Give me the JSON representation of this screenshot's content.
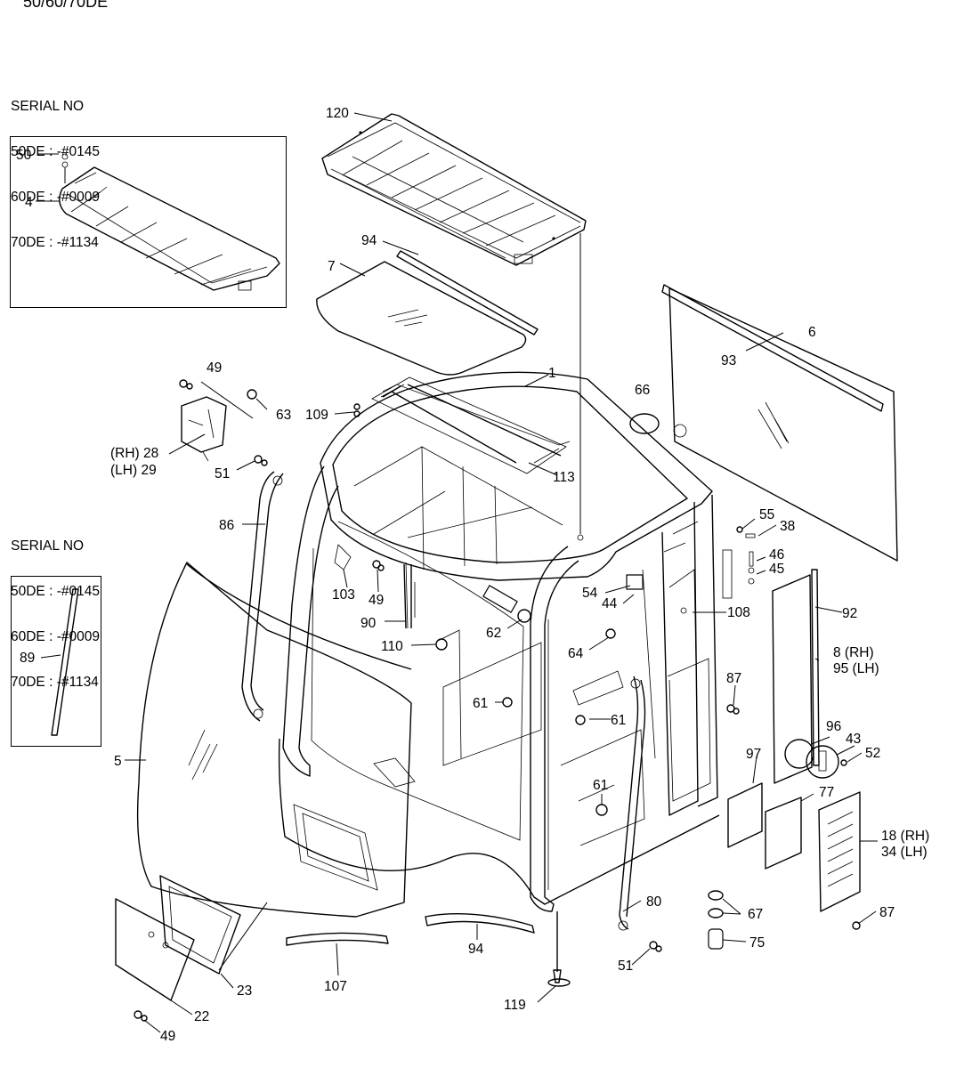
{
  "header": {
    "model": "50/60/70DE"
  },
  "serial_blocks": [
    {
      "title": "SERIAL NO",
      "lines": [
        "50DE : -#0145",
        "60DE : -#0009",
        "70DE : -#1134"
      ]
    },
    {
      "title": "SERIAL NO",
      "lines": [
        "50DE : -#0145",
        "60DE : -#0009",
        "70DE : -#1134"
      ]
    }
  ],
  "callouts": [
    {
      "id": "c50",
      "text": "50"
    },
    {
      "id": "c4",
      "text": "4"
    },
    {
      "id": "c120",
      "text": "120"
    },
    {
      "id": "c94a",
      "text": "94"
    },
    {
      "id": "c7",
      "text": "7"
    },
    {
      "id": "c6",
      "text": "6"
    },
    {
      "id": "c93",
      "text": "93"
    },
    {
      "id": "c1",
      "text": "1"
    },
    {
      "id": "c66",
      "text": "66"
    },
    {
      "id": "c49a",
      "text": "49"
    },
    {
      "id": "c63",
      "text": "63"
    },
    {
      "id": "c109",
      "text": "109"
    },
    {
      "id": "c28",
      "text": "(RH) 28"
    },
    {
      "id": "c29",
      "text": "(LH) 29"
    },
    {
      "id": "c51a",
      "text": "51"
    },
    {
      "id": "c113",
      "text": "113"
    },
    {
      "id": "c86",
      "text": "86"
    },
    {
      "id": "c55",
      "text": "55"
    },
    {
      "id": "c38",
      "text": "38"
    },
    {
      "id": "c46",
      "text": "46"
    },
    {
      "id": "c45",
      "text": "45"
    },
    {
      "id": "c103",
      "text": "103"
    },
    {
      "id": "c49b",
      "text": "49"
    },
    {
      "id": "c54",
      "text": "54"
    },
    {
      "id": "c44",
      "text": "44"
    },
    {
      "id": "c108",
      "text": "108"
    },
    {
      "id": "c92",
      "text": "92"
    },
    {
      "id": "c90",
      "text": "90"
    },
    {
      "id": "c62",
      "text": "62"
    },
    {
      "id": "c8",
      "text": "8 (RH)"
    },
    {
      "id": "c95",
      "text": "95 (LH)"
    },
    {
      "id": "c110",
      "text": "110"
    },
    {
      "id": "c64",
      "text": "64"
    },
    {
      "id": "c89",
      "text": "89"
    },
    {
      "id": "c87a",
      "text": "87"
    },
    {
      "id": "c61a",
      "text": "61"
    },
    {
      "id": "c61b",
      "text": "61"
    },
    {
      "id": "c96",
      "text": "96"
    },
    {
      "id": "c43",
      "text": "43"
    },
    {
      "id": "c52",
      "text": "52"
    },
    {
      "id": "c5",
      "text": "5"
    },
    {
      "id": "c97",
      "text": "97"
    },
    {
      "id": "c61c",
      "text": "61"
    },
    {
      "id": "c77",
      "text": "77"
    },
    {
      "id": "c18",
      "text": "18 (RH)"
    },
    {
      "id": "c34",
      "text": "34 (LH)"
    },
    {
      "id": "c80",
      "text": "80"
    },
    {
      "id": "c87b",
      "text": "87"
    },
    {
      "id": "c67",
      "text": "67"
    },
    {
      "id": "c94b",
      "text": "94"
    },
    {
      "id": "c75",
      "text": "75"
    },
    {
      "id": "c23",
      "text": "23"
    },
    {
      "id": "c107",
      "text": "107"
    },
    {
      "id": "c51b",
      "text": "51"
    },
    {
      "id": "c22",
      "text": "22"
    },
    {
      "id": "c119",
      "text": "119"
    },
    {
      "id": "c49c",
      "text": "49"
    }
  ]
}
